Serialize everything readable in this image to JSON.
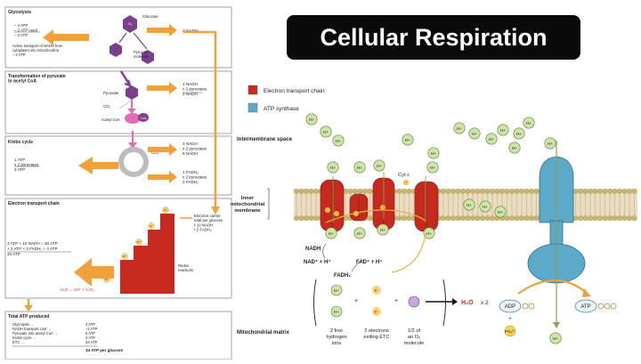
{
  "title": "Cellular Respiration",
  "left_panels": {
    "glycolysis": {
      "heading": "Glycolysis",
      "lines": [
        "– 4 ATP",
        "– 2 ATP used",
        "– 2 ATP"
      ],
      "note": [
        "Active transport of NADH from",
        "cytoplasm into mitochondria",
        "– 2 ATP"
      ],
      "glucose": "Glucose",
      "pyruvate": [
        "Pyruvate",
        "molecule"
      ],
      "nadh": "2 NADH"
    },
    "pyruvate_transform": {
      "heading": [
        "Transformation of pyruvate",
        "to acetyl CoA"
      ],
      "pyruvate": "Pyruvate",
      "co2": "CO₂",
      "acetyl": "Acetyl CoA",
      "coa": "CoA",
      "lines": [
        "1 NADH",
        "x 2 pyruvates",
        "2 NADH"
      ]
    },
    "krebs": {
      "heading": "Krebs cycle",
      "left_lines": [
        "1 ATP",
        "x 2 pyruvates",
        "2 ATP"
      ],
      "co2": "CO₂",
      "right_lines": [
        "3 NADH",
        "x 2 pyruvates",
        "6 NADH",
        "1 FADH₂",
        "x 2 pyruvates",
        "2 FADH₂"
      ]
    },
    "etc": {
      "heading": "Electron transport chain",
      "carrier": [
        "Electron carrier",
        "total per glucose",
        "• 10 NADH",
        "• 2 FADH₂"
      ],
      "calc": [
        "3 ATP × 10 NADH = 30 ATP",
        "+ 2 ATP × 2 FADH₂ = 4 ATP",
        "34 ATP"
      ],
      "redox": [
        "Redox",
        "reactions"
      ],
      "water": "H₂O ← 2H⁺ + ½ O₂",
      "steps": [
        "H⁺",
        "H⁺",
        "H⁺",
        "H⁺",
        "H⁺"
      ]
    },
    "total": {
      "heading": "Total ATP produced",
      "rows": [
        [
          "Glycolysis →",
          "2 ATP"
        ],
        [
          "NADH transport cost →",
          "–2 ATP"
        ],
        [
          "Pyruvate into acetyl CoA →",
          "0 ATP"
        ],
        [
          "Krebs cycle →",
          "2 ATP"
        ],
        [
          "ETC →",
          "34 ATP"
        ]
      ],
      "sum": "34 ATP per glucose"
    }
  },
  "legend": [
    {
      "label": "Electron transport chain",
      "color": "#c62a1f"
    },
    {
      "label": "ATP synthase",
      "color": "#5da9c9"
    }
  ],
  "right_labels": {
    "intermembrane": "Intermembrane space",
    "inner_membrane": [
      "Inner",
      "mitochondrial",
      "membrane"
    ],
    "matrix": "Mitochondrial matrix",
    "cyt_c": "Cyt c",
    "nadh": "NADH",
    "nad": "NAD⁺ + H⁺",
    "fadh2": "FADH₂",
    "fad": "FAD⁺ + H⁺",
    "adp": "ADP",
    "atp": "ATP",
    "pi": "PO₄³⁻",
    "plus": "+",
    "h2o": "H₂O",
    "x2": "x 2",
    "captions": [
      [
        "2 free",
        "hydrogen",
        "ions"
      ],
      [
        "2 electrons",
        "exiting ETC"
      ],
      [
        "1/2 of",
        "an O₂",
        "molecule"
      ]
    ],
    "hplus": "H+",
    "eminus": "e⁻"
  },
  "colors": {
    "orange": "#f0a13a",
    "red": "#c62a1f",
    "blue": "#5da9c9",
    "green": "#cfe4a8",
    "pink": "#e36bb5",
    "purple": "#7b3f8c"
  }
}
